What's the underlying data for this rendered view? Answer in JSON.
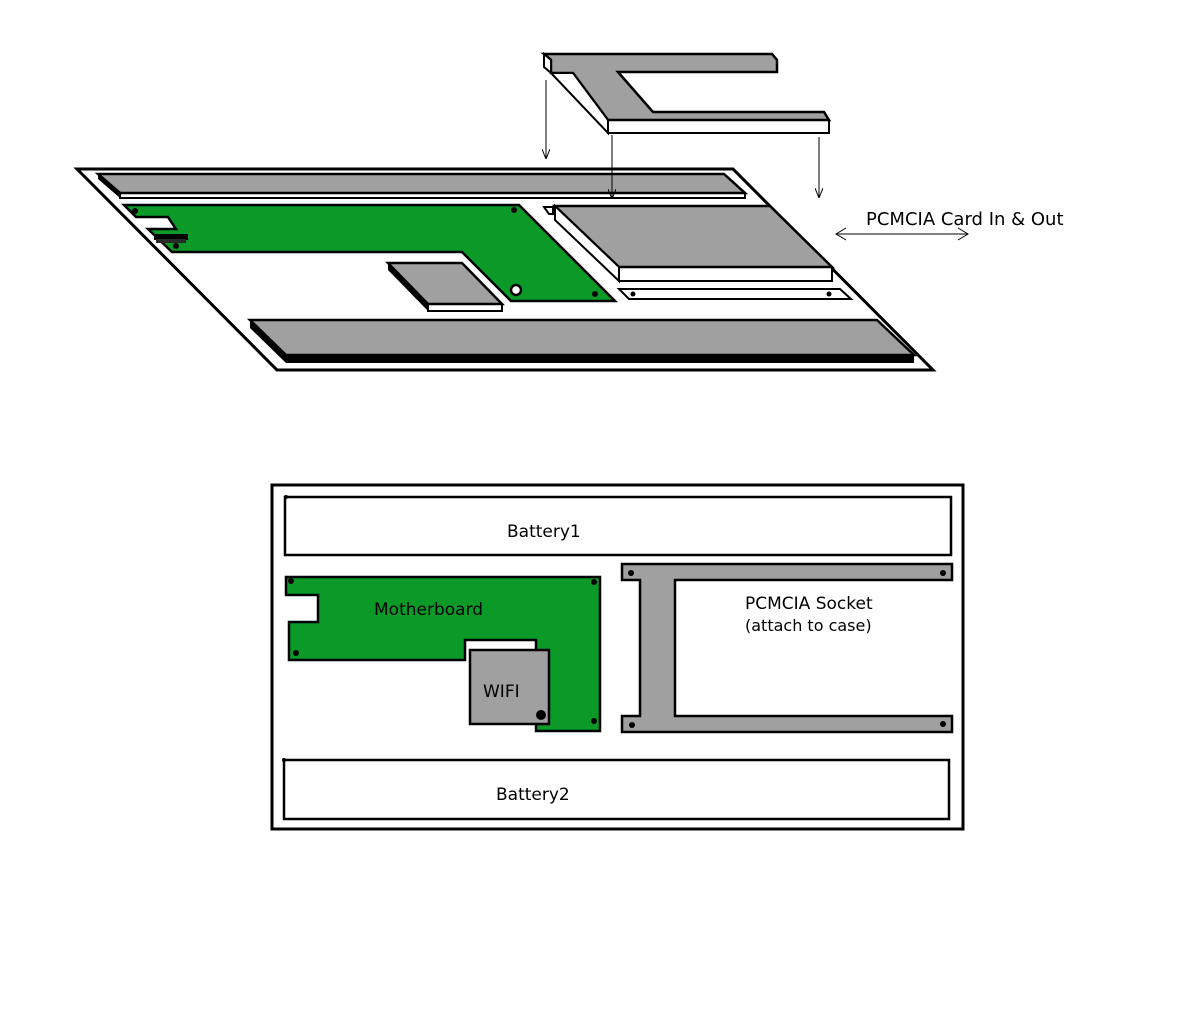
{
  "colors": {
    "background": "#ffffff",
    "stroke": "#000000",
    "pcb_green": "#0b9a28",
    "component_gray": "#a0a0a0",
    "dark": "#000000"
  },
  "isometric": {
    "pcmcia_label": "PCMCIA Card In & Out"
  },
  "layout": {
    "battery1_label": "Battery1",
    "battery2_label": "Battery2",
    "motherboard_label": "Motherboard",
    "wifi_label": "WIFI",
    "pcmcia_socket_label_line1": "PCMCIA Socket",
    "pcmcia_socket_label_line2": "(attach to case)"
  }
}
